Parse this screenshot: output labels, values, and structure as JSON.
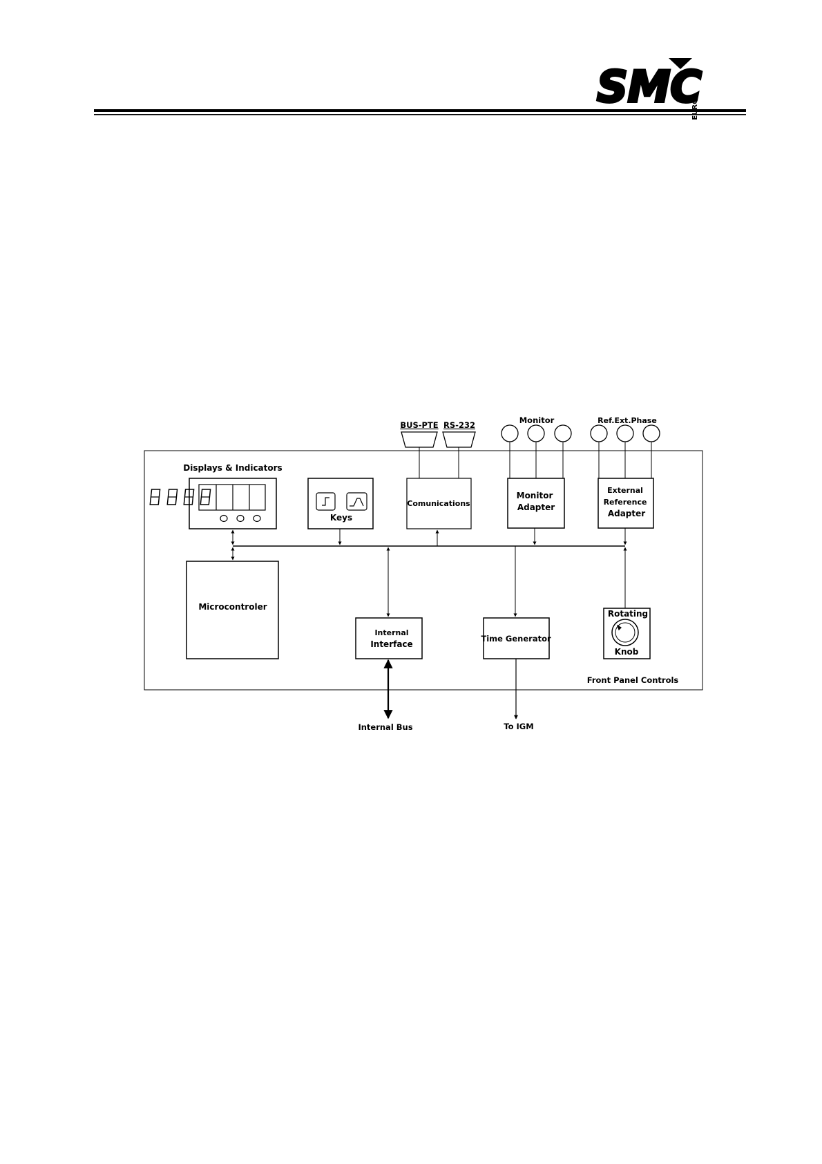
{
  "logo": {
    "text": "SMC",
    "subtext": "EURO"
  },
  "diagram": {
    "blocks": {
      "displays_title": "Displays & Indicators",
      "keys": "Keys",
      "comunications": "Comunications",
      "monitor_adapter": [
        "Monitor",
        "Adapter"
      ],
      "ext_ref_adapter": [
        "External",
        "Reference",
        "Adapter"
      ],
      "microcontroler": "Microcontroler",
      "internal_interface": [
        "Internal",
        "Interface"
      ],
      "time_generator": "Time Generator",
      "rotating_knob": [
        "Rotating",
        "Knob"
      ],
      "front_panel": "Front Panel Controls"
    },
    "connectors": {
      "bus_pte": "BUS-PTE",
      "rs232": "RS-232",
      "monitor": "Monitor",
      "ref_ext_phase": "Ref.Ext.Phase"
    },
    "outputs": {
      "internal_bus": "Internal Bus",
      "to_igm": "To IGM"
    }
  }
}
